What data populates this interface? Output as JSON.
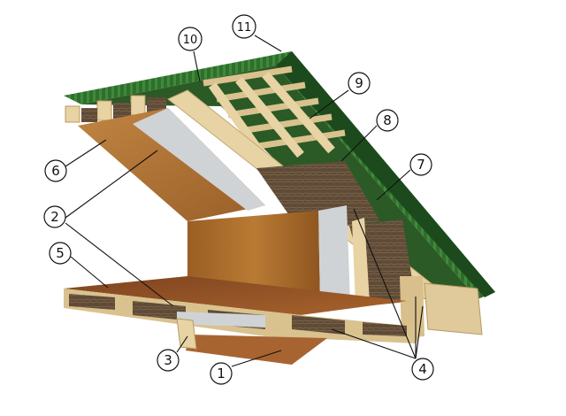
{
  "diagram": {
    "callouts": [
      {
        "id": "1",
        "label": "1"
      },
      {
        "id": "2",
        "label": "2"
      },
      {
        "id": "3",
        "label": "3"
      },
      {
        "id": "4",
        "label": "4"
      },
      {
        "id": "5",
        "label": "5"
      },
      {
        "id": "6",
        "label": "6"
      },
      {
        "id": "7",
        "label": "7"
      },
      {
        "id": "8",
        "label": "8"
      },
      {
        "id": "9",
        "label": "9"
      },
      {
        "id": "10",
        "label": "10"
      },
      {
        "id": "11",
        "label": "11"
      }
    ],
    "colors": {
      "roofing": "#2f6e2c",
      "roofing_dark": "#1d4a1c",
      "timber": "#e7d3a3",
      "timber_shadow": "#c9b27e",
      "panel_wood": "#b5742c",
      "panel_wood_dark": "#8f5620",
      "insulation": "#5e4a37",
      "membrane": "#cfd3d6",
      "floor_wood": "#9a5a2a"
    }
  }
}
